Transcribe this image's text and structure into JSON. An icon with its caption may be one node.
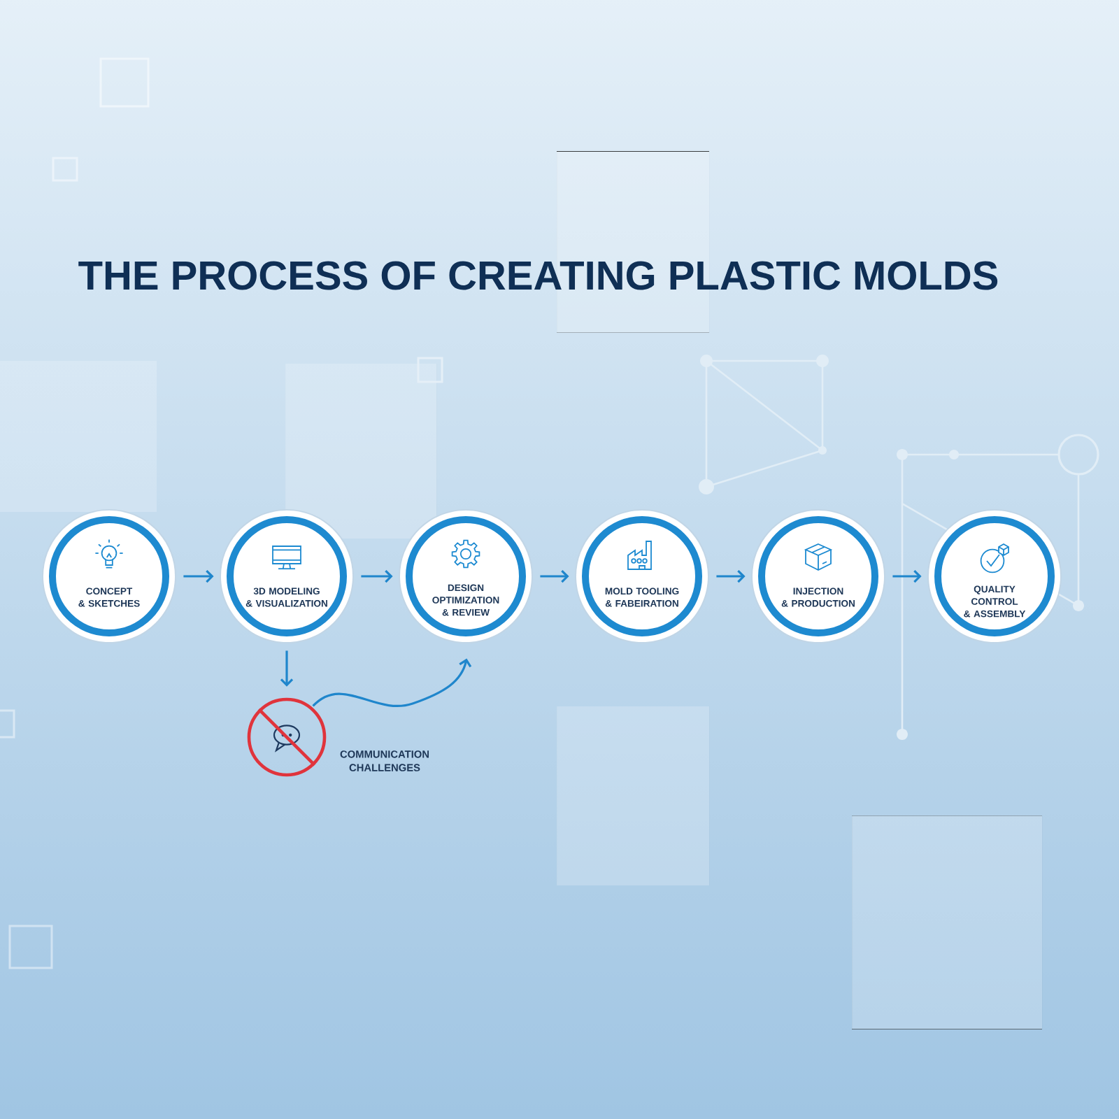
{
  "diagram": {
    "title": "THE PROCESS OF CREATING PLASTIC MOLDS",
    "nodes": [
      {
        "text": [
          "CONCEPT & SKETCHES"
        ]
      },
      {
        "text": [
          "3D MODELING & VISUALIZATION"
        ]
      },
      {
        "text": [
          "DESIGN OPTIMIZATION & REVIEW"
        ]
      },
      {
        "text": [
          "MOLD TOOLING & FABEIRATION"
        ]
      },
      {
        "text": [
          "INJECTION & PRODUCTION"
        ]
      },
      {
        "text": [
          "QUALITY CONTROL & ASSEMBLY"
        ]
      },
      {
        "text": [],
        "shape": "circle",
        "beside": [
          "COMMUNICATION CHALLENGES"
        ]
      }
    ],
    "edges": [
      {
        "from": 0,
        "to": 1,
        "arrow": "to"
      },
      {
        "from": 1,
        "to": 2,
        "arrow": "to"
      },
      {
        "from": 2,
        "to": 3,
        "arrow": "to"
      },
      {
        "from": 3,
        "to": 4,
        "arrow": "to"
      },
      {
        "from": 4,
        "to": 5,
        "arrow": "to"
      },
      {
        "from": 1,
        "to": 6,
        "arrow": "to"
      },
      {
        "from": 6,
        "to": 2,
        "arrow": "to"
      }
    ]
  }
}
